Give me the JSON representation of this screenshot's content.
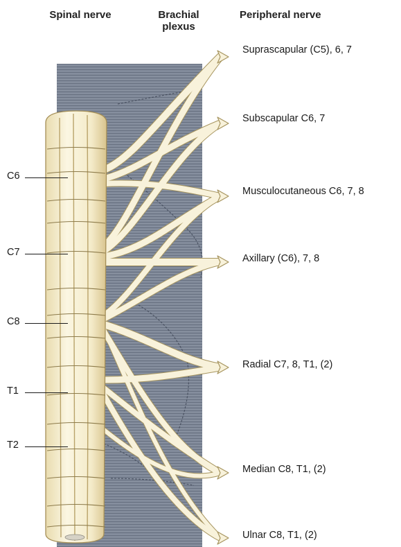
{
  "headers": {
    "spinal": "Spinal nerve",
    "plexus": "Brachial\nplexus",
    "peripheral": "Peripheral nerve"
  },
  "segments": [
    "C6",
    "C7",
    "C8",
    "T1",
    "T2"
  ],
  "nerves": [
    "Suprascapular (C5), 6, 7",
    "Subscapular C6, 7",
    "Musculocutaneous C6, 7, 8",
    "Axillary (C6), 7, 8",
    "Radial C7, 8, T1, (2)",
    "Median C8, T1, (2)",
    "Ulnar C8, T1, (2)"
  ],
  "colors": {
    "panel": "#7d8696",
    "panel_line": "#5f6878",
    "cord": "#f6efd4",
    "cord_edge": "#b9a36a",
    "nerve_fill": "#f8f2db",
    "nerve_edge": "#a7955f"
  }
}
